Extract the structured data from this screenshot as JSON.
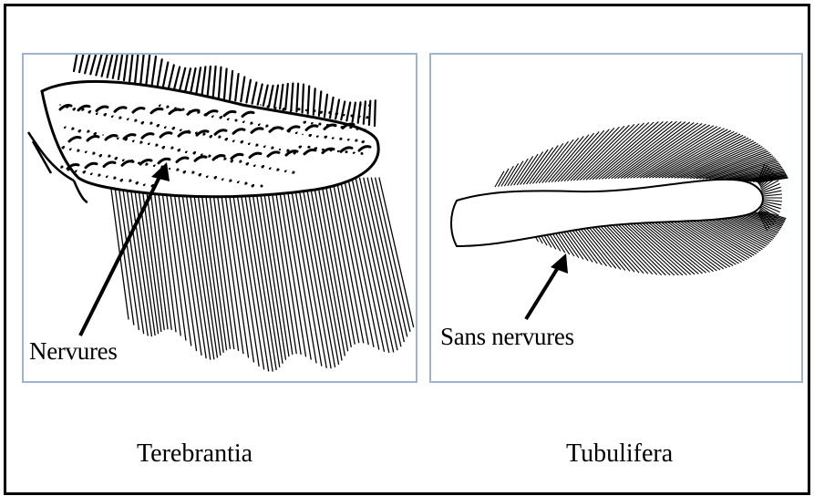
{
  "figure": {
    "left_panel": {
      "annotation": "Nervures",
      "caption": "Terebrantia"
    },
    "right_panel": {
      "annotation": "Sans nervures",
      "caption": "Tubulifera"
    }
  },
  "colors": {
    "panel_border": "#9fb3cf",
    "ink": "#000000",
    "frame": "#000000"
  }
}
